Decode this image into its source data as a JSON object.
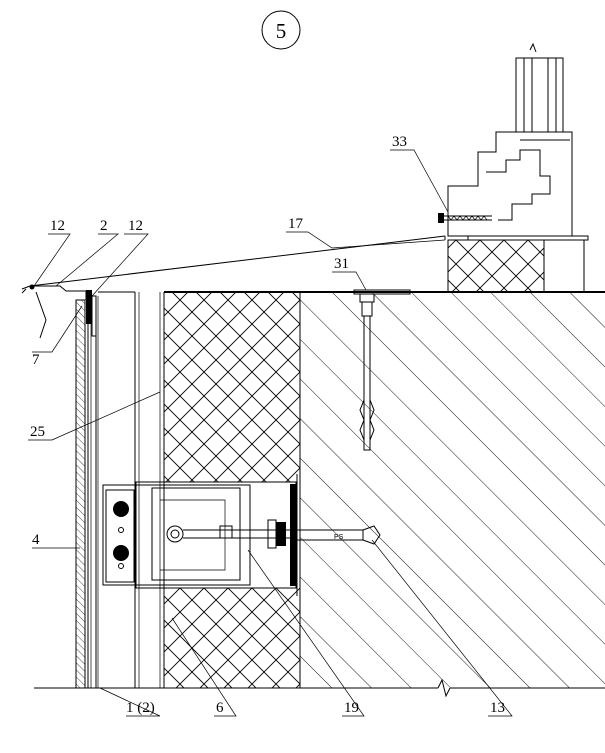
{
  "title": "5",
  "labels": {
    "l12a": "12",
    "l2": "2",
    "l12b": "12",
    "l7": "7",
    "l17": "17",
    "l31": "31",
    "l33": "33",
    "l25": "25",
    "l4": "4",
    "l1": "1 (2)",
    "l6": "6",
    "l19": "19",
    "l13": "13"
  }
}
